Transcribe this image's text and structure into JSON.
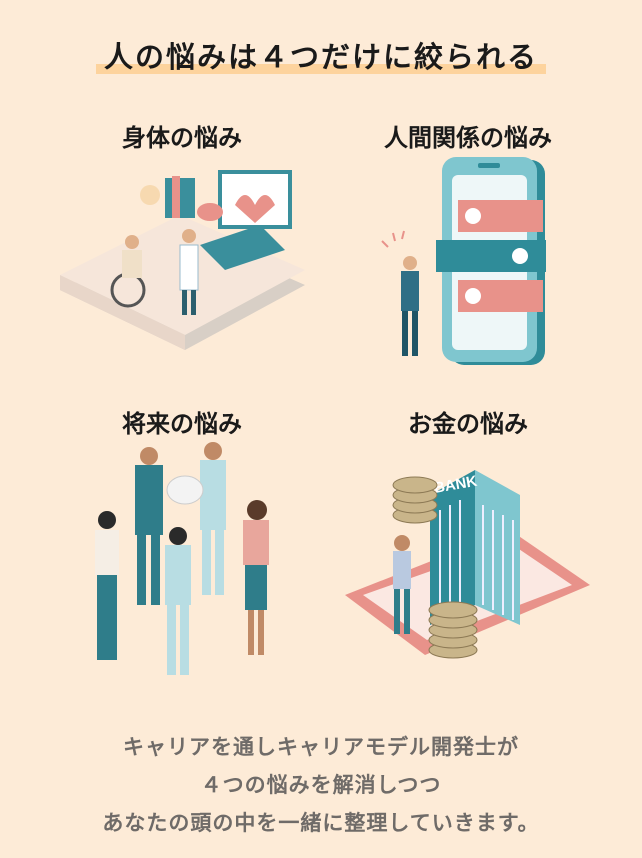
{
  "title": "人の悩みは４つだけに絞られる",
  "quadrants": [
    {
      "label": "身体の悩み",
      "icon": "health-care-illustration"
    },
    {
      "label": "人間関係の悩み",
      "icon": "smartphone-chat-illustration"
    },
    {
      "label": "将来の悩み",
      "icon": "people-celebrating-illustration"
    },
    {
      "label": "お金の悩み",
      "icon": "bank-coins-illustration"
    }
  ],
  "bank_sign": "BANK",
  "footer": {
    "line1": "キャリアを通しキャリアモデル開発士が",
    "line2": "４つの悩みを解消しつつ",
    "line3": "あなたの頭の中を一緒に整理していきます。"
  },
  "colors": {
    "background": "#fdebd7",
    "highlight": "#fdd39d",
    "teal": "#2f8c99",
    "pink": "#e8928a"
  }
}
